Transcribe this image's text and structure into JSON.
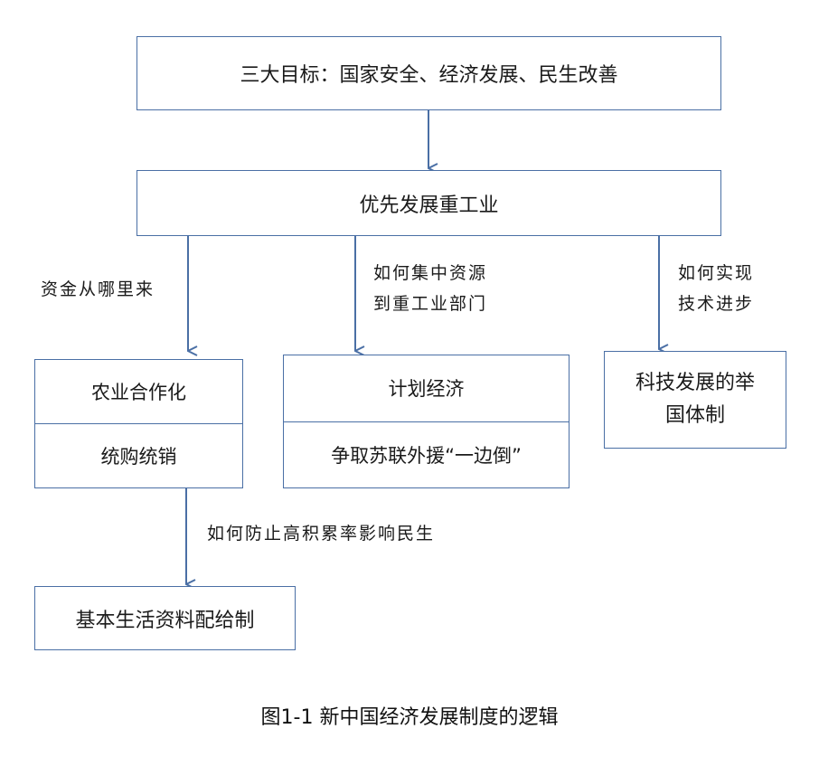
{
  "nodes": {
    "goals": "三大目标：国家安全、经济发展、民生改善",
    "heavy_industry": "优先发展重工业",
    "agri_coop": "农业合作化",
    "unified_purchase": "统购统销",
    "planned_economy": "计划经济",
    "soviet_aid": "争取苏联外援“一边倒”",
    "sci_tech_line1": "科技发展的举",
    "sci_tech_line2": "国体制",
    "rationing": "基本生活资料配给制"
  },
  "edge_labels": {
    "funds": "资金从哪里来",
    "concentrate_line1": "如何集中资源",
    "concentrate_line2": "到重工业部门",
    "tech_line1": "如何实现",
    "tech_line2": "技术进步",
    "accumulation": "如何防止高积累率影响民生"
  },
  "caption": "图1-1  新中国经济发展制度的逻辑",
  "colors": {
    "box_border": "#4a6fa5",
    "arrow": "#4a6fa5"
  }
}
